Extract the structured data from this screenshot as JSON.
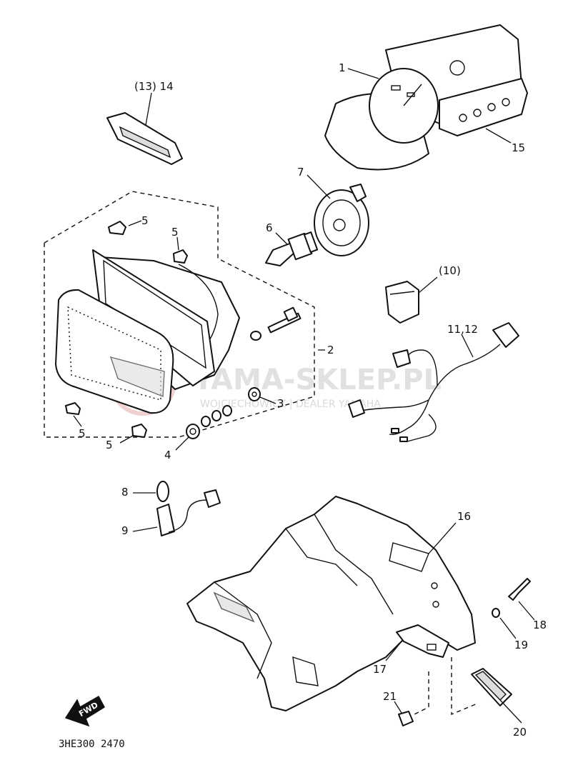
{
  "diagram": {
    "callouts": {
      "c1": "1",
      "c2": "2",
      "c3": "3",
      "c4": "4",
      "c5a": "5",
      "c5b": "5",
      "c5c": "5",
      "c5d": "5",
      "c6": "6",
      "c7": "7",
      "c8": "8",
      "c9": "9",
      "c1314": "(13) 14",
      "c15": "15",
      "c16": "16",
      "c17": "17",
      "c18": "18",
      "c19": "19",
      "c20": "20",
      "c21": "21",
      "c10": "(10)",
      "c1112": "11,12"
    },
    "forward_label": "FWD",
    "drawing_code": "3HE300 2470",
    "watermark": {
      "main": "YAMA-SKLEP.PL",
      "sub": "WOJCIECHOWICZ | DEALER YAMAHA"
    }
  }
}
